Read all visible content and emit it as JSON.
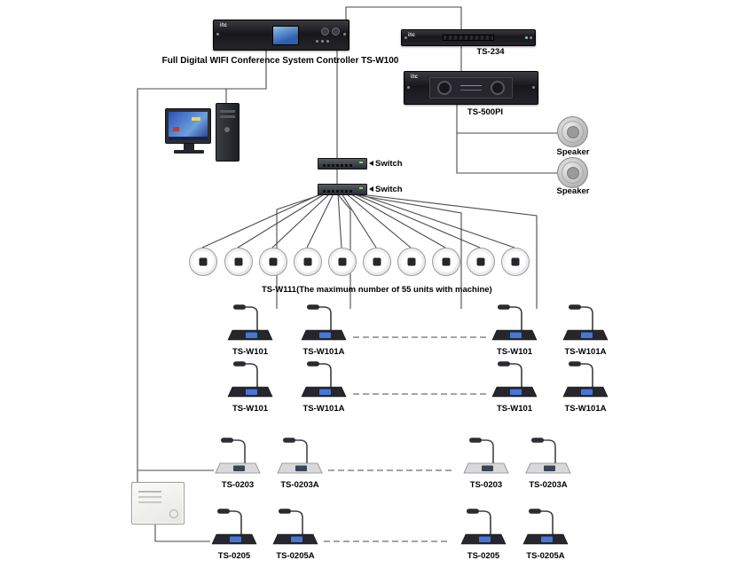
{
  "brand": "itc",
  "devices": {
    "controller": {
      "label": "Full Digital WIFI Conference System Controller TS-W100"
    },
    "ts234": {
      "label": "TS-234"
    },
    "ts500pi": {
      "label": "TS-500PI"
    },
    "speakers": [
      {
        "label": "Speaker"
      },
      {
        "label": "Speaker"
      }
    ],
    "switches": [
      {
        "label": "Switch"
      },
      {
        "label": "Switch"
      }
    ],
    "ceiling_units": {
      "label": "TS-W111(The maximum number of 55 units with machine)",
      "count": 10
    }
  },
  "mics": {
    "row1": [
      "TS-W101",
      "TS-W101A",
      "TS-W101",
      "TS-W101A"
    ],
    "row2": [
      "TS-W101",
      "TS-W101A",
      "TS-W101",
      "TS-W101A"
    ],
    "row3": [
      "TS-0203",
      "TS-0203A",
      "TS-0203",
      "TS-0203A"
    ],
    "row4": [
      "TS-0205",
      "TS-0205A",
      "TS-0205",
      "TS-0205A"
    ]
  },
  "colors": {
    "rack_body": "#1b1b1f",
    "screen_blue": "#4577d8",
    "line": "#4a4a4a",
    "background": "#ffffff"
  }
}
